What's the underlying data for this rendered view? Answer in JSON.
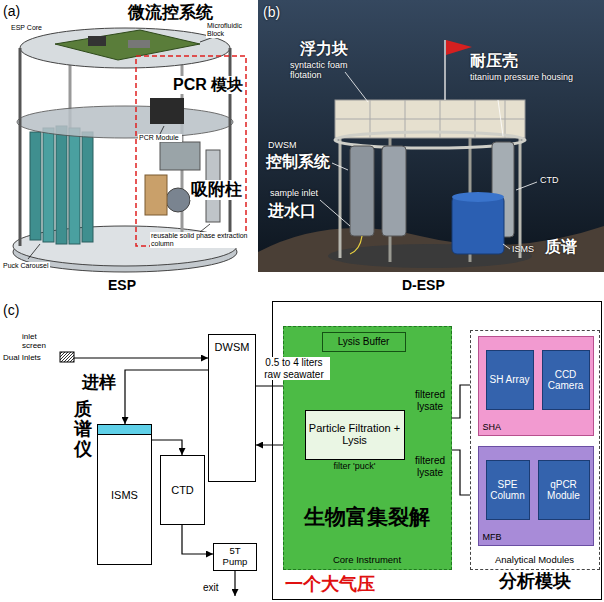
{
  "diagram": {
    "nodes": [
      {
        "text": [
          "DWSM"
        ]
      },
      {
        "text": [
          "ISMS"
        ]
      },
      {
        "text": [
          "CTD"
        ]
      },
      {
        "text": [
          "5T Pump"
        ]
      },
      {
        "text": [
          "一个大气压"
        ]
      },
      {
        "text": [
          "生物富集裂解",
          "Core Instrument"
        ],
        "in": 4
      },
      {
        "text": [
          "Lysis Buffer"
        ],
        "in": 5
      },
      {
        "text": [
          "Particle Filtration + Lysis",
          "filter 'puck'"
        ],
        "in": 5
      },
      {
        "text": [
          "Analytical Modules",
          "分析模块"
        ],
        "in": 4
      },
      {
        "text": [
          "SHA"
        ],
        "in": 8
      },
      {
        "text": [
          "SH Array"
        ],
        "in": 9
      },
      {
        "text": [
          "CCD Camera"
        ],
        "in": 9
      },
      {
        "text": [
          "MFB"
        ],
        "in": 8
      },
      {
        "text": [
          "SPE Column"
        ],
        "in": 12
      },
      {
        "text": [
          "qPCR Module"
        ],
        "in": 12
      }
    ],
    "edges": [
      {
        "from": 0,
        "to": 7,
        "arrow": "to",
        "label": "0.5 to 4 liters raw seawater"
      },
      {
        "from": 7,
        "to": 0,
        "arrow": "to"
      },
      {
        "from": 6,
        "to": 7,
        "arrow": "to"
      },
      {
        "from": 7,
        "to": 9,
        "arrow": "to",
        "label": "filtered lysate"
      },
      {
        "from": 7,
        "to": 12,
        "arrow": "to",
        "label": "filtered lysate"
      },
      {
        "from": 0,
        "to": 1,
        "arrow": "to"
      },
      {
        "from": 1,
        "to": 2,
        "arrow": "to"
      },
      {
        "from": 2,
        "to": 3,
        "arrow": "to"
      }
    ],
    "labels": [
      "(a)",
      "ESP Core",
      "Microfluidic Block",
      "微流控系统",
      "PCR Module",
      "PCR 模块",
      "reusable solid phase extraction column",
      "吸附柱",
      "Puck Carousel",
      "ESP",
      "(b)",
      "浮力块",
      "syntactic foam flotation",
      "耐压壳",
      "titanium pressure housing",
      "DWSM",
      "控制系统",
      "sample inlet",
      "进水口",
      "CTD",
      "ISMS",
      "质谱",
      "D-ESP",
      "(c)",
      "inlet screen",
      "Dual Inlets",
      "进样",
      "质谱仪",
      "exit"
    ]
  }
}
